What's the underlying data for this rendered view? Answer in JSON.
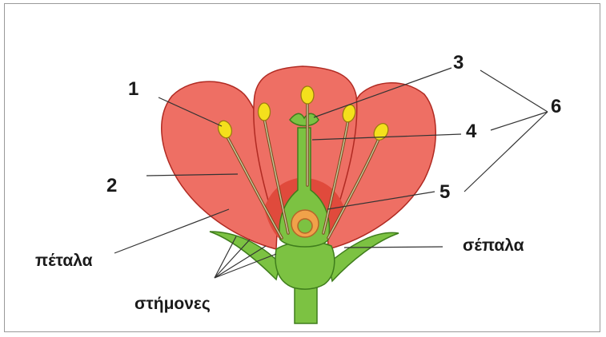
{
  "labels": {
    "n1": "1",
    "n2": "2",
    "n3": "3",
    "n4": "4",
    "n5": "5",
    "n6": "6",
    "petals": "πέταλα",
    "stamens": "στήμονες",
    "sepals": "σέπαλα"
  },
  "colors": {
    "petal": "#ee6f64",
    "petal_edge": "#b02a22",
    "petal_inner": "#e04a3c",
    "green": "#7cc242",
    "green_dark": "#3f7d1c",
    "anther": "#f4e01c",
    "ovule": "#f0a24a"
  }
}
